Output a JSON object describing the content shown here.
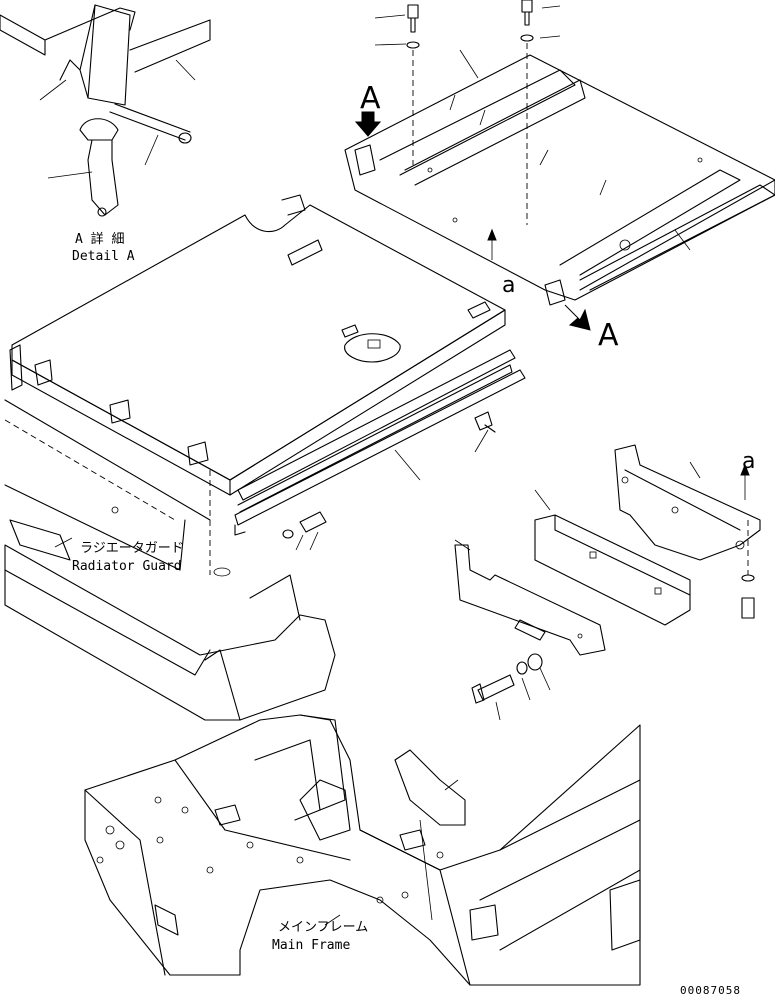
{
  "labels": {
    "detail_a_jp": "A 詳 細",
    "detail_a_en": "Detail A",
    "radiator_guard_jp": "ラジエータガード",
    "radiator_guard_en": "Radiator Guard",
    "main_frame_jp": "メインフレーム",
    "main_frame_en": "Main Frame",
    "view_a_top": "A",
    "view_a_right": "A",
    "ref_a_upper": "a",
    "ref_a_lower": "a",
    "drawing_number": "00087058"
  }
}
